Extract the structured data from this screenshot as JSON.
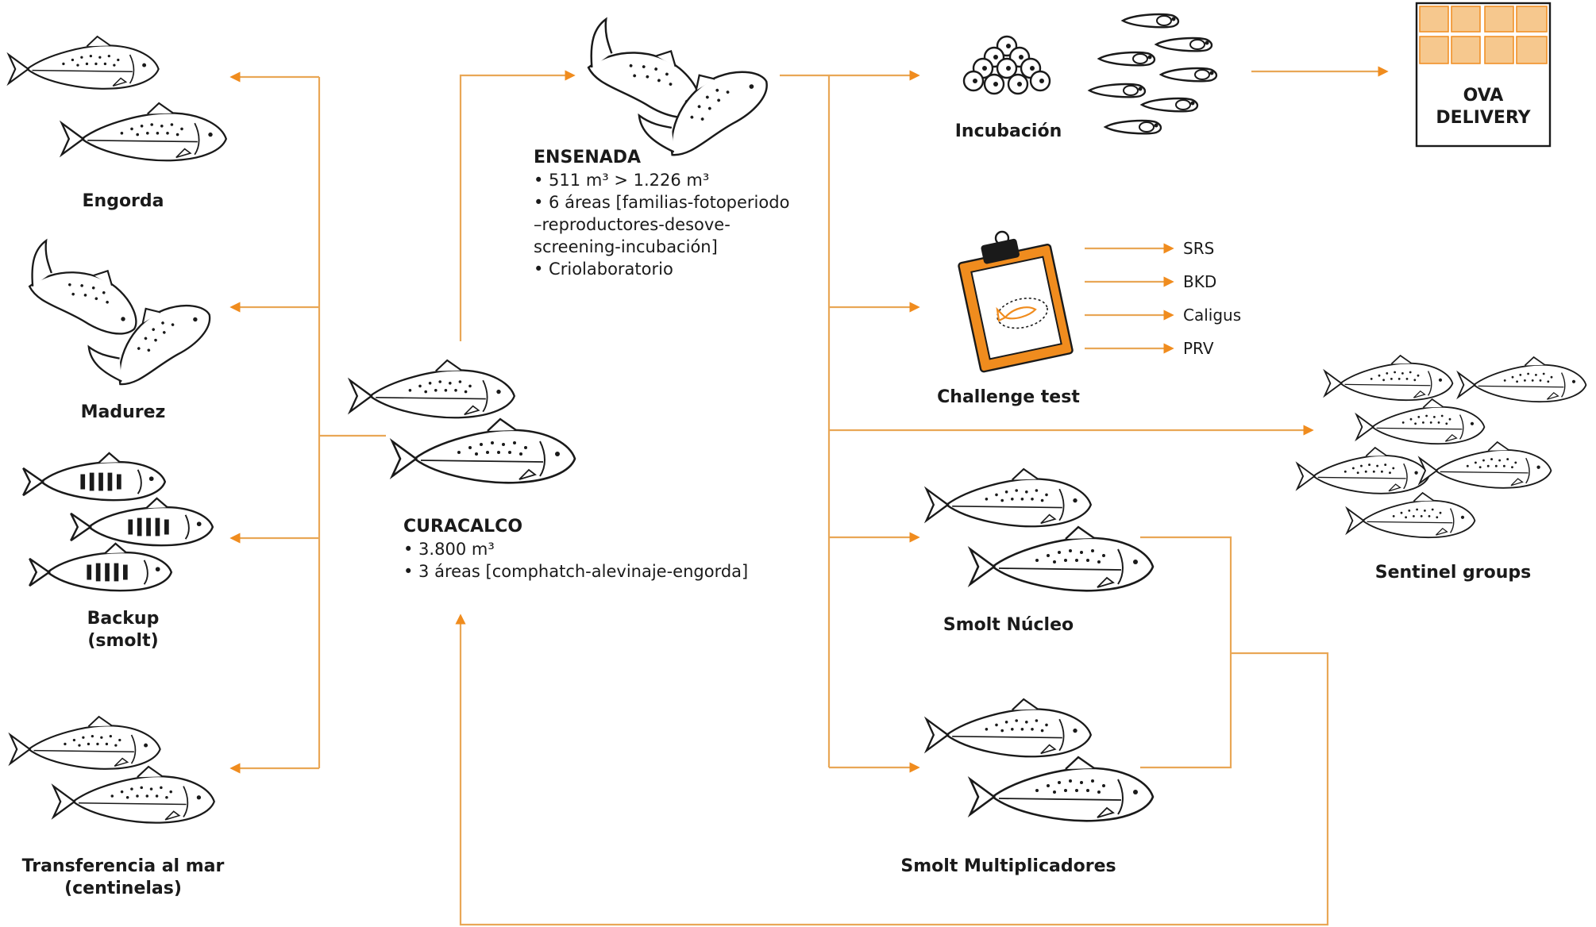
{
  "colors": {
    "accent": "#F08C1E",
    "accent_pale": "#F6C88E",
    "ink": "#1a1a1a",
    "line": "#E9A756"
  },
  "left": {
    "engorda": "Engorda",
    "madurez": "Madurez",
    "backup": [
      "Backup",
      "(smolt)"
    ],
    "transferencia": [
      "Transferencia al mar",
      "(centinelas)"
    ]
  },
  "curacalco": {
    "title": "CURACALCO",
    "bullets": [
      "• 3.800 m³",
      "• 3 áreas [comphatch-alevinaje-engorda]"
    ]
  },
  "ensenada": {
    "title": "ENSENADA",
    "bullets": [
      "• 511 m³ > 1.226 m³",
      "• 6 áreas [familias-fotoperiodo",
      "–reproductores-desove-",
      "screening-incubación]",
      "• Criolaboratorio"
    ]
  },
  "incubacion": "Incubación",
  "ova": [
    "OVA",
    "DELIVERY"
  ],
  "challenge": {
    "title": "Challenge test",
    "items": [
      "SRS",
      "BKD",
      "Caligus",
      "PRV"
    ]
  },
  "sentinel": "Sentinel groups",
  "smolt_nucleo": "Smolt Núcleo",
  "smolt_mult": "Smolt Multiplicadores",
  "icons": [
    "fish-icon",
    "egg-cluster-icon",
    "larvae-icon",
    "clipboard-icon",
    "ova-box-icon"
  ]
}
